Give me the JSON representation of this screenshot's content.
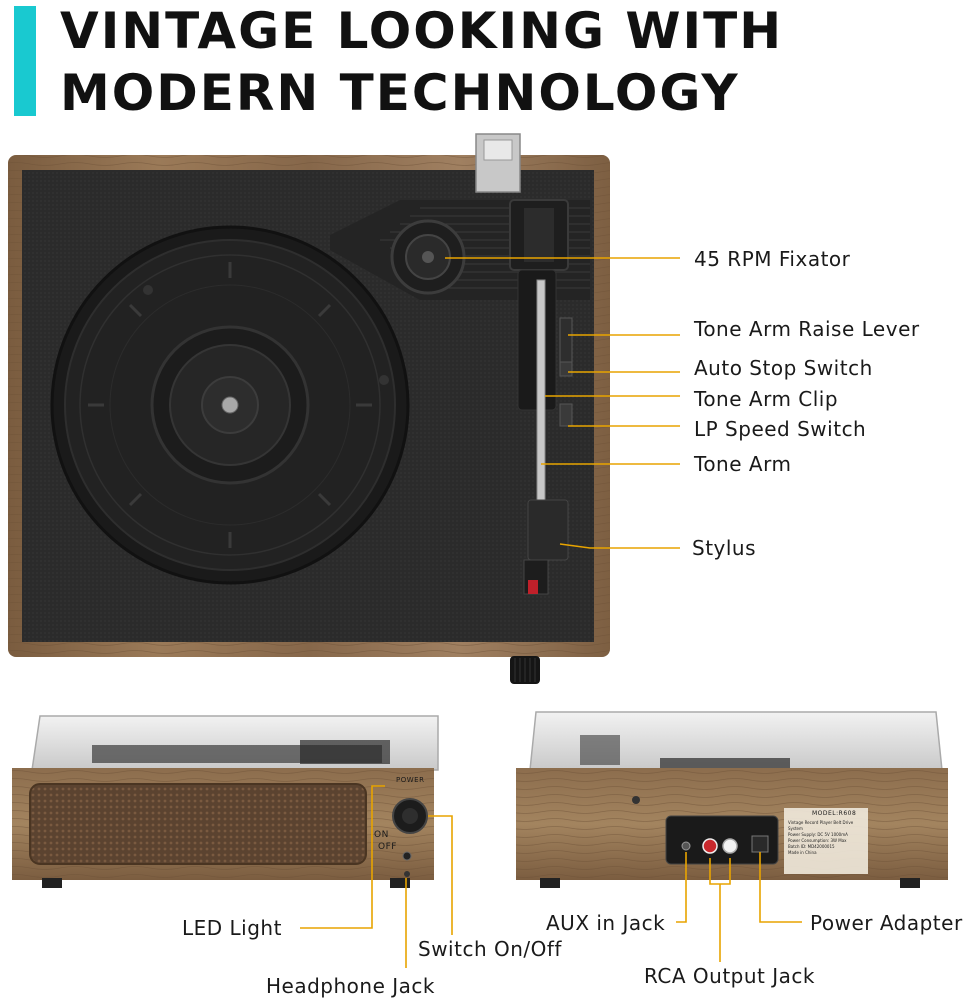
{
  "headline": {
    "line1": "VINTAGE LOOKING WITH",
    "line2": "MODERN TECHNOLOGY"
  },
  "callouts_top": {
    "rpm_fixator": "45 RPM Fixator",
    "tone_arm_raise_lever": "Tone Arm Raise Lever",
    "auto_stop_switch": "Auto Stop Switch",
    "tone_arm_clip": "Tone Arm Clip",
    "lp_speed_switch": "LP Speed Switch",
    "tone_arm": "Tone Arm",
    "stylus": "Stylus"
  },
  "front_panel": {
    "power_label": "POWER",
    "on_label": "ON",
    "off_label": "OFF"
  },
  "callouts_front": {
    "led_light": "LED Light",
    "switch_on_off": "Switch On/Off",
    "headphone_jack": "Headphone Jack"
  },
  "rear_panel": {
    "model": "MODEL:R608",
    "spec_lines": [
      "Vintage Record Player Belt Drive System",
      "Power Supply: DC 5V 1000mA",
      "Power Consumption: 3W Max",
      "Batch ID: MD42000015",
      "Made in China"
    ]
  },
  "callouts_rear": {
    "aux_in_jack": "AUX in Jack",
    "power_adapter": "Power Adapter",
    "rca_output_jack": "RCA Output Jack"
  },
  "colors": {
    "accent": "#19c9d0",
    "callout_line": "#e8a400",
    "wood": "#8a6a49",
    "deck": "#2a2a2a"
  }
}
